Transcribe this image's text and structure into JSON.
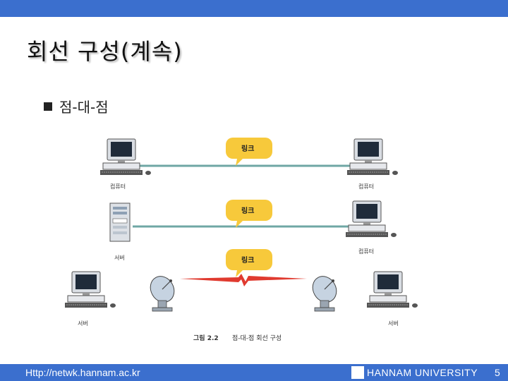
{
  "slide": {
    "title": "회선 구성(계속)",
    "bullet": "점-대-점"
  },
  "diagram": {
    "rows": [
      {
        "left_label": "컴퓨터",
        "right_label": "컴퓨터",
        "link_label": "링크"
      },
      {
        "left_label": "서버",
        "right_label": "컴퓨터",
        "link_label": "링크"
      },
      {
        "left_label": "서버",
        "right_label": "서버",
        "link_label": "링크"
      }
    ],
    "caption_prefix": "그림 2.2",
    "caption_text": "점-대-점 회선 구성"
  },
  "footer": {
    "url": "Http://netwk.hannam.ac.kr",
    "university": "HANNAM UNIVERSITY",
    "page": "5"
  },
  "colors": {
    "bar": "#3b6fce",
    "bubble": "#f7c93b",
    "line": "#6fa7a4",
    "wireless": "#e03a2f"
  }
}
